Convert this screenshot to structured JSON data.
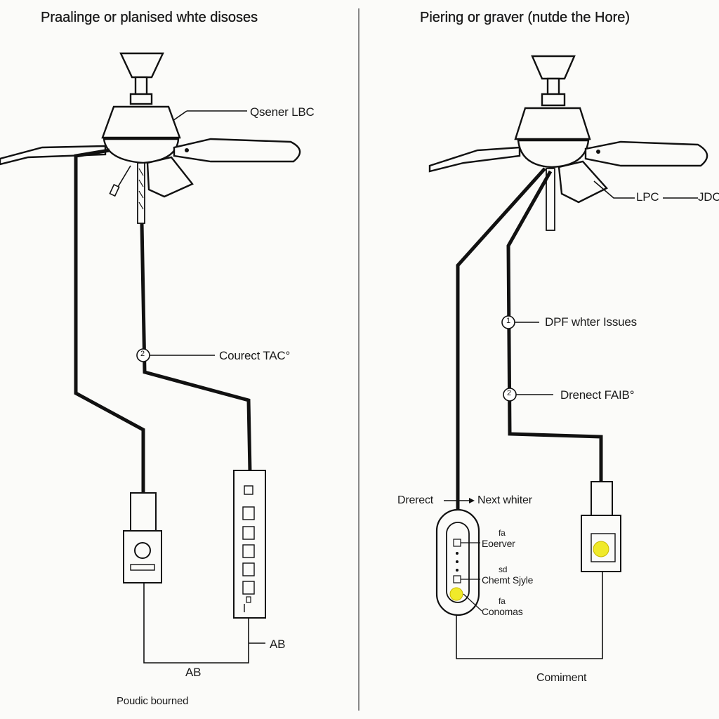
{
  "left_panel": {
    "title": "Praalinge or planised whte disoses",
    "fan_label": "Qsener LBC",
    "marker_2_number": "2",
    "marker_2_label": "Courect TAC°",
    "bottom_label": "AB",
    "bottom_label_right": "AB",
    "footer": "Poudic bourned"
  },
  "right_panel": {
    "title": "Piering or graver (nutde the Hore)",
    "fan_label_1": "LPC",
    "fan_label_2": "JDC",
    "marker_1_number": "1",
    "marker_1_label": "DPF whter Issues",
    "marker_2_number": "2",
    "marker_2_label": "Drenect FAIB°",
    "left_callout_a": "Drerect",
    "left_callout_b": "Next whiter",
    "controller_items": [
      {
        "code": "fa",
        "label": "Eoerver"
      },
      {
        "code": "sd",
        "label": "Chemt Sjyle"
      },
      {
        "code": "fa",
        "label": "Conomas"
      }
    ],
    "footer": "Comiment"
  },
  "colors": {
    "line": "#111111",
    "thin_line": "#333333",
    "highlight": "#f0ea2a",
    "background": "#fbfbf9"
  }
}
